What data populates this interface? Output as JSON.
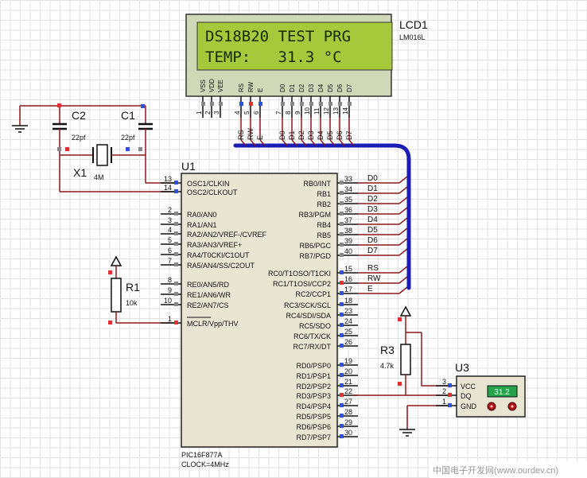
{
  "lcd": {
    "ref": "LCD1",
    "model": "LM016L",
    "line1": "DS18B20 TEST PRG",
    "line2": "TEMP:   31.3 °C",
    "pin_names": [
      "VSS",
      "VDD",
      "VEE",
      "RS",
      "RW",
      "E",
      "D0",
      "D1",
      "D2",
      "D3",
      "D4",
      "D5",
      "D6",
      "D7"
    ],
    "pin_numbers": [
      "1",
      "2",
      "3",
      "4",
      "5",
      "6",
      "7",
      "8",
      "9",
      "10",
      "11",
      "12",
      "13",
      "14"
    ],
    "bus_labels": [
      "RS",
      "RW",
      "E",
      "D0",
      "D1",
      "D2",
      "D3",
      "D4",
      "D5",
      "D6",
      "D7"
    ]
  },
  "crystal": {
    "ref": "X1",
    "value": "4M"
  },
  "caps": [
    {
      "ref": "C2",
      "value": "22pf"
    },
    {
      "ref": "C1",
      "value": "22pf"
    }
  ],
  "mcu": {
    "ref": "U1",
    "part": "PIC16F877A",
    "clock": "CLOCK=4MHz",
    "left_pins": [
      {
        "num": "13",
        "name": "OSC1/CLKIN"
      },
      {
        "num": "14",
        "name": "OSC2/CLKOUT"
      },
      {
        "num": "2",
        "name": "RA0/AN0"
      },
      {
        "num": "3",
        "name": "RA1/AN1"
      },
      {
        "num": "4",
        "name": "RA2/AN2/VREF-/CVREF"
      },
      {
        "num": "5",
        "name": "RA3/AN3/VREF+"
      },
      {
        "num": "6",
        "name": "RA4/T0CKI/C1OUT"
      },
      {
        "num": "7",
        "name": "RA5/AN4/SS/C2OUT"
      },
      {
        "num": "8",
        "name": "RE0/AN5/RD"
      },
      {
        "num": "9",
        "name": "RE1/AN6/WR"
      },
      {
        "num": "10",
        "name": "RE2/AN7/CS"
      },
      {
        "num": "1",
        "name": "MCLR/Vpp/THV"
      }
    ],
    "right_pins": [
      {
        "num": "33",
        "name": "RB0/INT",
        "net": "D0"
      },
      {
        "num": "34",
        "name": "RB1",
        "net": "D1"
      },
      {
        "num": "35",
        "name": "RB2",
        "net": "D2"
      },
      {
        "num": "36",
        "name": "RB3/PGM",
        "net": "D3"
      },
      {
        "num": "37",
        "name": "RB4",
        "net": "D4"
      },
      {
        "num": "38",
        "name": "RB5",
        "net": "D5"
      },
      {
        "num": "39",
        "name": "RB6/PGC",
        "net": "D6"
      },
      {
        "num": "40",
        "name": "RB7/PGD",
        "net": "D7"
      },
      {
        "num": "15",
        "name": "RC0/T1OSO/T1CKI",
        "net": "RS"
      },
      {
        "num": "16",
        "name": "RC1/T1OSI/CCP2",
        "net": "RW"
      },
      {
        "num": "17",
        "name": "RC2/CCP1",
        "net": "E"
      },
      {
        "num": "18",
        "name": "RC3/SCK/SCL",
        "net": ""
      },
      {
        "num": "23",
        "name": "RC4/SDI/SDA",
        "net": ""
      },
      {
        "num": "24",
        "name": "RC5/SDO",
        "net": ""
      },
      {
        "num": "25",
        "name": "RC6/TX/CK",
        "net": ""
      },
      {
        "num": "26",
        "name": "RC7/RX/DT",
        "net": ""
      },
      {
        "num": "19",
        "name": "RD0/PSP0",
        "net": ""
      },
      {
        "num": "20",
        "name": "RD1/PSP1",
        "net": ""
      },
      {
        "num": "21",
        "name": "RD2/PSP2",
        "net": ""
      },
      {
        "num": "22",
        "name": "RD3/PSP3",
        "net": ""
      },
      {
        "num": "27",
        "name": "RD4/PSP4",
        "net": ""
      },
      {
        "num": "28",
        "name": "RD5/PSP5",
        "net": ""
      },
      {
        "num": "29",
        "name": "RD6/PSP6",
        "net": ""
      },
      {
        "num": "30",
        "name": "RD7/PSP7",
        "net": ""
      }
    ]
  },
  "r1": {
    "ref": "R1",
    "value": "10k"
  },
  "r3": {
    "ref": "R3",
    "value": "4.7k"
  },
  "u3": {
    "ref": "U3",
    "display": "31.2",
    "pins": [
      {
        "num": "3",
        "name": "VCC"
      },
      {
        "num": "2",
        "name": "DQ"
      },
      {
        "num": "1",
        "name": "GND"
      }
    ]
  },
  "watermark": "中国电子开发网(www.ourdev.cn)",
  "colors": {
    "grid": "#e2e2e2",
    "wire": "#8b1a1a",
    "bus": "#1b1bb5",
    "lcd_screen": "#a6c93c",
    "lcd_body": "#cfd8b7",
    "chip_body": "#e9e5d3",
    "pin_red": "#e03030",
    "pin_blue": "#3050e0",
    "pin_gray": "#888888"
  }
}
